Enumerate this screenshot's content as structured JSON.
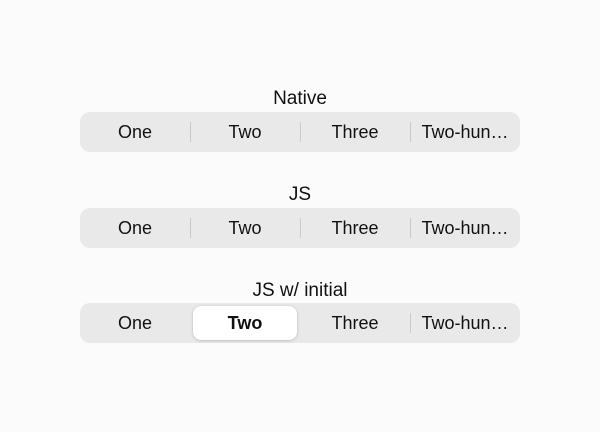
{
  "groups": [
    {
      "title": "Native",
      "segments": [
        "One",
        "Two",
        "Three",
        "Two-hun…"
      ],
      "selected_index": null
    },
    {
      "title": "JS",
      "segments": [
        "One",
        "Two",
        "Three",
        "Two-hun…"
      ],
      "selected_index": null
    },
    {
      "title": "JS w/ initial",
      "segments": [
        "One",
        "Two",
        "Three",
        "Two-hun…"
      ],
      "selected_index": 1
    }
  ],
  "colors": {
    "background": "#fbfbfb",
    "track": "#e9e9ea",
    "selected_thumb": "#ffffff",
    "divider": "#c9c9cc"
  }
}
